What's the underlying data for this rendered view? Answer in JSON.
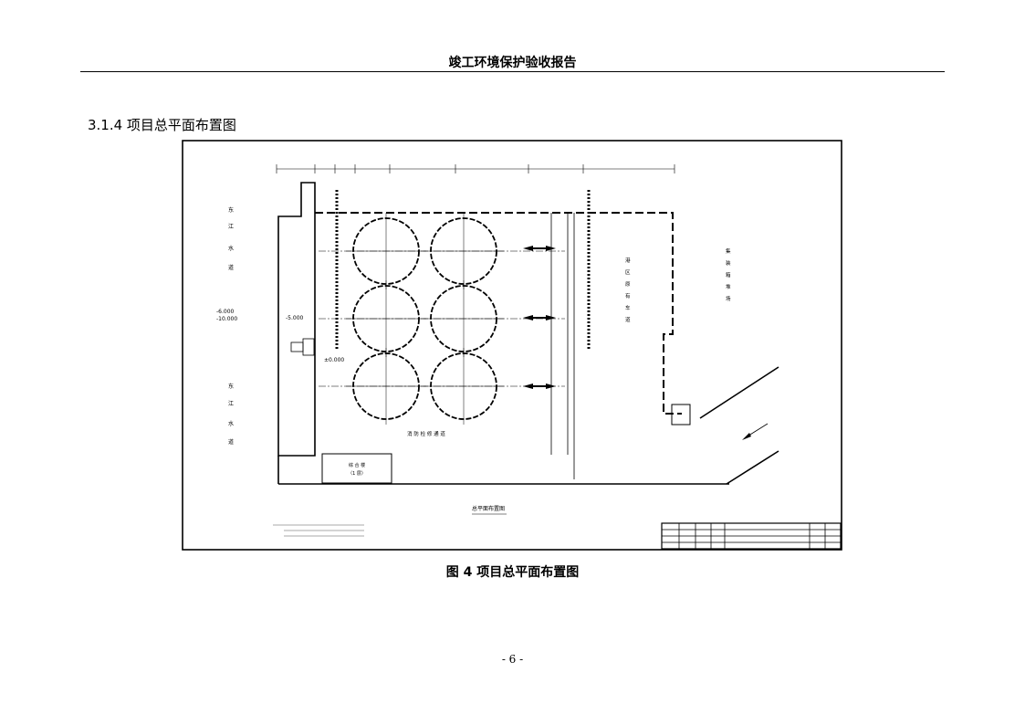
{
  "header": {
    "title": "竣工环境保护验收报告"
  },
  "section": {
    "heading": "3.1.4 项目总平面布置图"
  },
  "drawing": {
    "left_label_top": [
      "东",
      "江",
      "水",
      "道"
    ],
    "left_label_bottom": [
      "东",
      "江",
      "水",
      "道"
    ],
    "level_1": "-6.000",
    "level_2": "-10.000",
    "level_3": "-5.000",
    "level_4": "±0.000",
    "driveway_label": [
      "港",
      "区",
      "原",
      "有",
      "车",
      "道"
    ],
    "yard_label": [
      "集",
      "装",
      "箱",
      "堆",
      "场"
    ],
    "fire_road_label": "消 防 检 修 通 道",
    "bottom_box_label": "综 合 楼",
    "bottom_box_sub": "（1 层）",
    "plan_title": "总平面布置图"
  },
  "figure": {
    "caption": "图 4 项目总平面布置图"
  },
  "footer": {
    "page_number": "- 6 -"
  }
}
